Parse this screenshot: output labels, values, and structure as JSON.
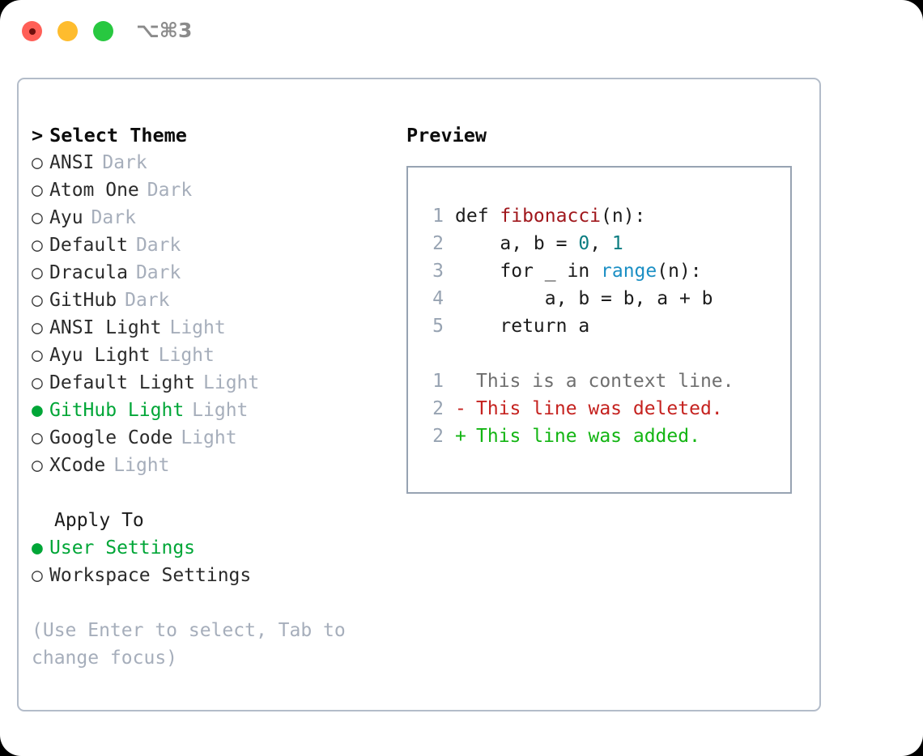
{
  "window": {
    "shortcut": "⌥⌘3",
    "traffic_lights": [
      {
        "name": "close",
        "color": "#ff5f57"
      },
      {
        "name": "minimize",
        "color": "#febc2e"
      },
      {
        "name": "zoom",
        "color": "#28c840"
      }
    ]
  },
  "theme_picker": {
    "caret": ">",
    "header": "Select Theme",
    "bullet_empty": "○",
    "bullet_filled": "●",
    "items": [
      {
        "name": "ANSI",
        "kind": "Dark",
        "selected": false
      },
      {
        "name": "Atom One",
        "kind": "Dark",
        "selected": false
      },
      {
        "name": "Ayu",
        "kind": "Dark",
        "selected": false
      },
      {
        "name": "Default",
        "kind": "Dark",
        "selected": false
      },
      {
        "name": "Dracula",
        "kind": "Dark",
        "selected": false
      },
      {
        "name": "GitHub",
        "kind": "Dark",
        "selected": false
      },
      {
        "name": "ANSI Light",
        "kind": "Light",
        "selected": false
      },
      {
        "name": "Ayu Light",
        "kind": "Light",
        "selected": false
      },
      {
        "name": "Default Light",
        "kind": "Light",
        "selected": false
      },
      {
        "name": "GitHub Light",
        "kind": "Light",
        "selected": true
      },
      {
        "name": "Google Code",
        "kind": "Light",
        "selected": false
      },
      {
        "name": "XCode",
        "kind": "Light",
        "selected": false
      }
    ]
  },
  "apply_to": {
    "title": "Apply To",
    "options": [
      {
        "label": "User Settings",
        "selected": true
      },
      {
        "label": "Workspace Settings",
        "selected": false
      }
    ]
  },
  "hint": "(Use Enter to select, Tab to change focus)",
  "preview": {
    "label": "Preview",
    "code_lines": [
      {
        "num": "1",
        "tokens": [
          {
            "text": "def ",
            "type": "plain"
          },
          {
            "text": "fibonacci",
            "type": "function"
          },
          {
            "text": "(n):",
            "type": "plain"
          }
        ]
      },
      {
        "num": "2",
        "tokens": [
          {
            "text": "    a, b = ",
            "type": "plain"
          },
          {
            "text": "0",
            "type": "number"
          },
          {
            "text": ", ",
            "type": "plain"
          },
          {
            "text": "1",
            "type": "number"
          }
        ]
      },
      {
        "num": "3",
        "tokens": [
          {
            "text": "    for _ in ",
            "type": "plain"
          },
          {
            "text": "range",
            "type": "builtin"
          },
          {
            "text": "(n):",
            "type": "plain"
          }
        ]
      },
      {
        "num": "4",
        "tokens": [
          {
            "text": "        a, b = b, a + b",
            "type": "plain"
          }
        ]
      },
      {
        "num": "5",
        "tokens": [
          {
            "text": "    return a",
            "type": "plain"
          }
        ]
      }
    ],
    "diff_lines": [
      {
        "num": "1",
        "mark": "",
        "text": "This is a context line.",
        "type": "context"
      },
      {
        "num": "2",
        "mark": "-",
        "text": "This line was deleted.",
        "type": "deleted"
      },
      {
        "num": "2",
        "mark": "+",
        "text": "This line was added.",
        "type": "added"
      }
    ]
  },
  "colors": {
    "accent_green": "#00a637",
    "muted": "#a6aebb",
    "border": "#b3bcc9",
    "preview_border": "#97a3b2",
    "syntax_function": "#a0171c",
    "syntax_number": "#0b7d81",
    "syntax_builtin": "#1b8fc4",
    "diff_deleted": "#c5221f",
    "diff_added": "#13b513",
    "diff_context": "#6f6f6f"
  }
}
